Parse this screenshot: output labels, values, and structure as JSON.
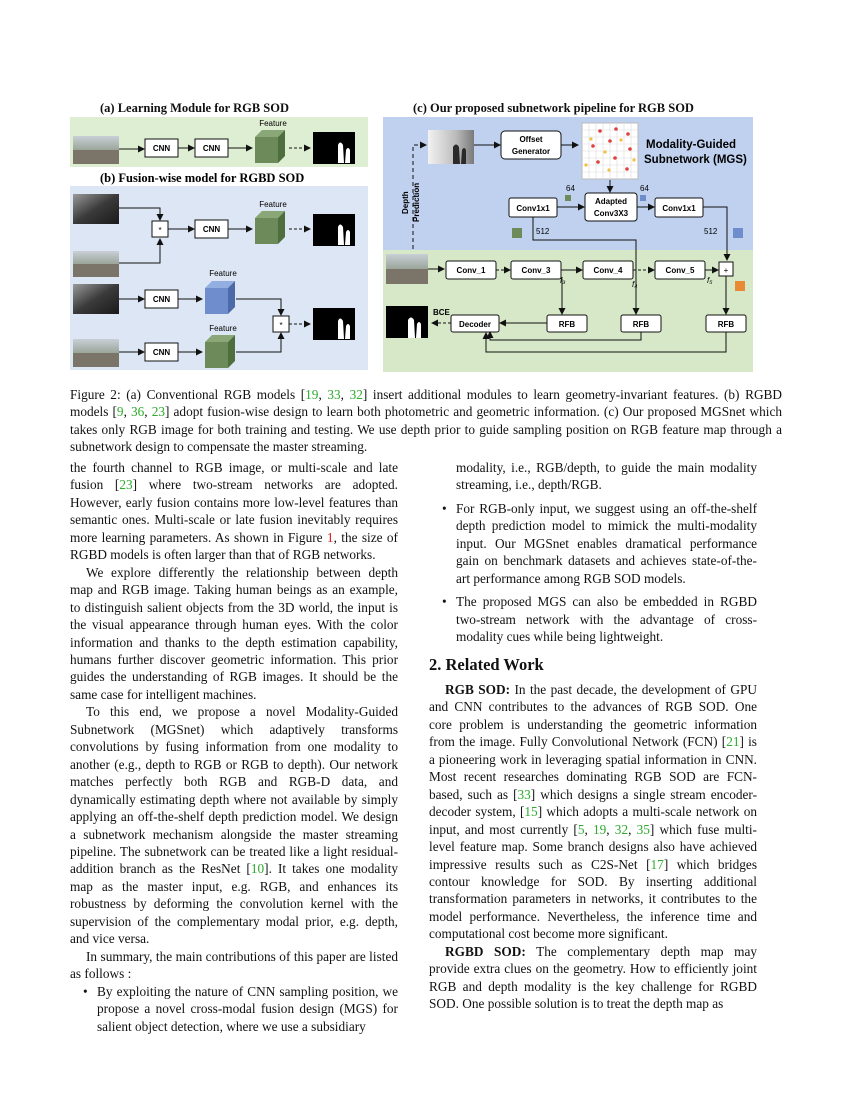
{
  "figure": {
    "panel_a_title": "(a)  Learning Module for RGB SOD",
    "panel_b_title": "(b)  Fusion-wise model for RGBD SOD",
    "panel_c_title": "(c)  Our proposed subnetwork pipeline for RGB SOD",
    "cnn": "CNN",
    "feature": "Feature",
    "star": "*",
    "plus": "+",
    "offset_generator_l1": "Offset",
    "offset_generator_l2": "Generator",
    "mgs_title_l1": "Modality-Guided",
    "mgs_title_l2": "Subnetwork (MGS)",
    "conv1x1": "Conv1x1",
    "adapted_l1": "Adapted",
    "adapted_l2": "Conv3X3",
    "num_64": "64",
    "num_512": "512",
    "depth_prediction_l1": "Depth",
    "depth_prediction_l2": "Prediction",
    "conv_1": "Conv_1",
    "conv_3": "Conv_3",
    "conv_4": "Conv_4",
    "conv_5": "Conv_5",
    "f3": "f₃",
    "f4": "f₄",
    "f5": "f₅",
    "bce": "BCE",
    "decoder": "Decoder",
    "rfb": "RFB"
  },
  "caption": {
    "p1": "Figure 2: (a) Conventional RGB models [",
    "c19": "19",
    "s1": ", ",
    "c33": "33",
    "s2": ", ",
    "c32": "32",
    "p2": "] insert additional modules to learn geometry-invariant features. (b) RGBD models [",
    "c9": "9",
    "s3": ", ",
    "c36": "36",
    "s4": ", ",
    "c23": "23",
    "p3": "] adopt fusion-wise design to learn both photometric and geometric information. (c) Our proposed MGSnet which takes only RGB image for both training and testing. We use depth prior to guide sampling position on RGB feature map through a subnetwork design to compensate the master streaming."
  },
  "left": {
    "p1a": "the fourth channel to RGB image, or multi-scale and late fusion [",
    "p1c": "23",
    "p1b": "] where two-stream networks are adopted. However, early fusion contains more low-level features than semantic ones. Multi-scale or late fusion inevitably requires more learning parameters. As shown in Figure ",
    "p1f": "1",
    "p1d": ", the size of RGBD models is often larger than that of RGB networks.",
    "p2": "We explore differently the relationship between depth map and RGB image. Taking human beings as an example, to distinguish salient objects from the 3D world, the input is the visual appearance through human eyes. With the color information and thanks to the depth estimation capability, humans further discover geometric information. This prior guides the understanding of RGB images. It should be the same case for intelligent machines.",
    "p3a": "To this end, we propose a novel Modality-Guided Subnetwork (MGSnet) which adaptively transforms convolutions by fusing information from one modality to another (e.g., depth to RGB or RGB to depth). Our network matches perfectly both RGB and RGB-D data, and dynamically estimating depth where not available by simply applying an off-the-shelf depth prediction model. We design a subnetwork mechanism alongside the master streaming pipeline. The subnetwork can be treated like a light residual-addition branch as the ResNet [",
    "p3c": "10",
    "p3b": "]. It takes one modality map as the master input, e.g. RGB, and enhances its robustness by deforming the convolution kernel with the supervision of the complementary modal prior, e.g. depth, and vice versa.",
    "p4": "In summary, the main contributions of this paper are listed as follows :",
    "b1": "By exploiting the nature of CNN sampling position, we propose a novel cross-modal fusion design (MGS) for salient object detection, where we use a subsidiary"
  },
  "right": {
    "b1cont": "modality, i.e., RGB/depth, to guide the main modality streaming, i.e., depth/RGB.",
    "b2": "For RGB-only input, we suggest using an off-the-shelf depth prediction model to mimick the multi-modality input. Our MGSnet enables dramatical performance gain on benchmark datasets and achieves state-of-the-art performance among RGB SOD models.",
    "b3": "The proposed MGS can also be embedded in RGBD two-stream network with the advantage of cross-modality cues while being lightweight.",
    "h2": "2. Related Work",
    "r1h": "RGB SOD:",
    "r1a": " In the past decade, the development of GPU and CNN contributes to the advances of RGB SOD. One core problem is understanding the geometric information from the image. Fully Convolutional Network (FCN) [",
    "c21": "21",
    "r1b": "] is a pioneering work in leveraging spatial information in CNN. Most recent researches dominating RGB SOD are FCN-based, such as [",
    "c33": "33",
    "r1c": "] which designs a single stream encoder-decoder system, [",
    "c15": "15",
    "r1d": "] which adopts a multi-scale network on input, and most currently [",
    "c5": "5",
    "c19": "19",
    "c32": "32",
    "c35": "35",
    "r1e": "] which fuse multi-level feature map. Some branch designs also have achieved impressive results such as C2S-Net [",
    "c17": "17",
    "r1f": "] which bridges contour knowledge for SOD. By inserting additional transformation parameters in networks, it contributes to the model performance. Nevertheless, the inference time and computational cost become more significant.",
    "r2h": "RGBD SOD:",
    "r2a": " The complementary depth map may provide extra clues on the geometry. How to efficiently joint RGB and depth modality is the key challenge for RGBD SOD. One possible solution is to treat the depth map as",
    "comma": ", ",
    "bullet": "•"
  },
  "colors": {
    "cite": "#2cab2c",
    "figref": "#d91c1c",
    "panel_green": "#deeed3",
    "panel_blue": "#dde6f4",
    "mgs_blue": "#b9cdee"
  }
}
